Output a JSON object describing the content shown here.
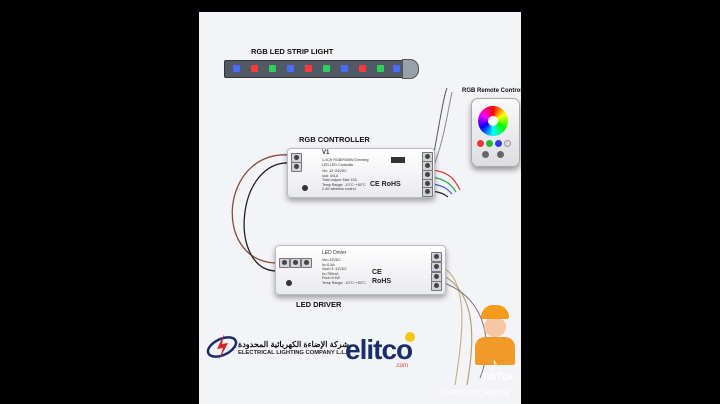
{
  "labels": {
    "strip_title": "RGB LED STRIP LIGHT",
    "remote_title": "RGB Remote Control",
    "controller_title": "RGB CONTROLLER",
    "driver_title": "LED DRIVER"
  },
  "controller": {
    "model": "V1",
    "desc": "1-4CH RGB/RGBW Dimming\nLED LED Controller",
    "specs": "Vin: 12~24VDC\nIout: 4x1A\nTotal output: Max 12A\nTemp Range: -10°C~+50°C\n2.4G wireless control",
    "cert": "CE RoHS"
  },
  "driver": {
    "title": "LED Driver",
    "specs": "Vin=12VDC\nIo=0.5A\nVout=3~12VDC\nIo=750mA\nPout=9.4W\nTemp Range: -10°C~+50°C",
    "cert": "CE\nRoHS"
  },
  "company": {
    "arabic": "شركة الإضاءة الكهربائية المحدودة",
    "english": "ELECTRICAL LIGHTING COMPANY L.L.C"
  },
  "brand": {
    "name": "elitco",
    "domain": ".com"
  },
  "watermark": {
    "app": "TikTok",
    "handle": "@electrical_lighting"
  },
  "colors": {
    "panel": "#f3f4f7",
    "wire_brown": "#8b4a3c",
    "wire_red": "#e03a3a",
    "wire_green": "#2aa84a",
    "wire_blue": "#3a5fd8",
    "wire_black": "#222222",
    "wire_beige": "#c9b38e",
    "brand_blue": "#1b2d6b",
    "brand_orange": "#f59a1b"
  },
  "strip_leds": [
    "blue",
    "red",
    "green",
    "blue",
    "red",
    "green",
    "blue",
    "red",
    "green",
    "blue"
  ],
  "icons": [
    "tiktok-icon",
    "company-logo-icon",
    "worker-mascot-icon"
  ]
}
